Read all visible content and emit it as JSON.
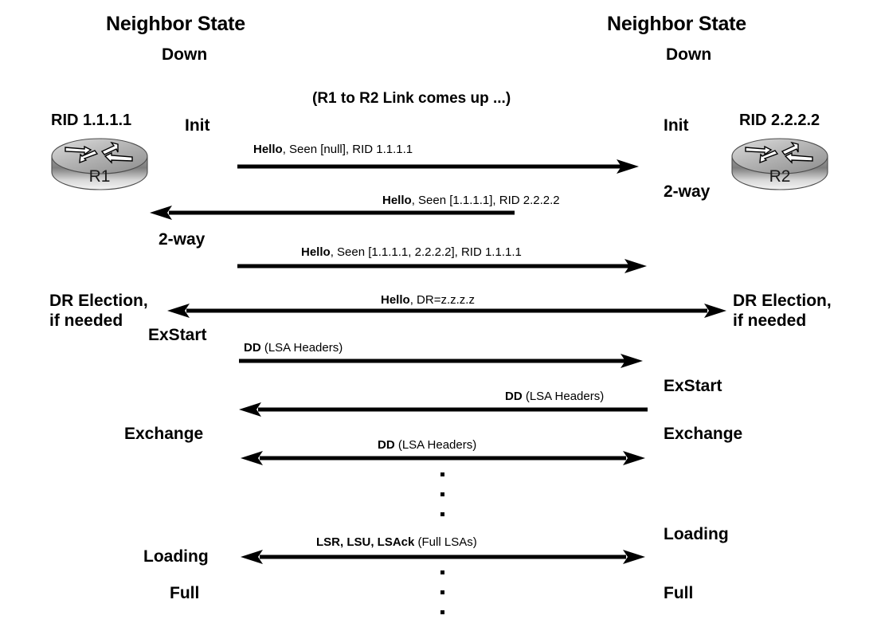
{
  "diagram": {
    "title_left": "Neighbor State",
    "title_right": "Neighbor State",
    "down_left": "Down",
    "down_right": "Down",
    "link_note": "(R1 to R2 Link comes up ...)",
    "colors": {
      "line": "#000000",
      "background": "#ffffff",
      "router_body_light": "#f2f2f2",
      "router_body_mid": "#a8a8a8",
      "router_body_dark": "#6e6e6e",
      "router_label": "#1a1a1a"
    }
  },
  "routers": {
    "left": {
      "rid": "RID 1.1.1.1",
      "name": "R1",
      "icon": "router-icon"
    },
    "right": {
      "rid": "RID 2.2.2.2",
      "name": "R2",
      "icon": "router-icon"
    }
  },
  "left_states": [
    {
      "label": "Init"
    },
    {
      "label": "2-way"
    },
    {
      "label": "DR Election,\nif needed"
    },
    {
      "label": "ExStart"
    },
    {
      "label": "Exchange"
    },
    {
      "label": "Loading"
    },
    {
      "label": "Full"
    }
  ],
  "right_states": [
    {
      "label": "Init"
    },
    {
      "label": "2-way"
    },
    {
      "label": "DR Election,\nif needed"
    },
    {
      "label": "ExStart"
    },
    {
      "label": "Exchange"
    },
    {
      "label": "Loading"
    },
    {
      "label": "Full"
    }
  ],
  "left_state_labels": {
    "init": "Init",
    "two_way": "2-way",
    "dr_election_line1": "DR Election,",
    "dr_election_line2": "if needed",
    "exstart": "ExStart",
    "exchange": "Exchange",
    "loading": "Loading",
    "full": "Full"
  },
  "right_state_labels": {
    "init": "Init",
    "two_way": "2-way",
    "dr_election_line1": "DR Election,",
    "dr_election_line2": "if needed",
    "exstart": "ExStart",
    "exchange": "Exchange",
    "loading": "Loading",
    "full": "Full"
  },
  "messages": [
    {
      "id": "hello-1",
      "bold": "Hello",
      "rest": ", Seen [null], RID 1.1.1.1",
      "direction": "right"
    },
    {
      "id": "hello-2",
      "bold": "Hello",
      "rest": ", Seen [1.1.1.1], RID 2.2.2.2",
      "direction": "left"
    },
    {
      "id": "hello-3",
      "bold": "Hello",
      "rest": ", Seen [1.1.1.1, 2.2.2.2], RID 1.1.1.1",
      "direction": "right"
    },
    {
      "id": "hello-dr",
      "bold": "Hello",
      "rest": ", DR=z.z.z.z",
      "direction": "both"
    },
    {
      "id": "dd-1",
      "bold": "DD",
      "rest": " (LSA Headers)",
      "direction": "right"
    },
    {
      "id": "dd-2",
      "bold": "DD",
      "rest": " (LSA Headers)",
      "direction": "left"
    },
    {
      "id": "dd-3",
      "bold": "DD",
      "rest": " (LSA Headers)",
      "direction": "both"
    },
    {
      "id": "lsr-lsu-lsack",
      "bold": "LSR, LSU, LSAck",
      "rest": " (Full LSAs)",
      "direction": "both"
    }
  ]
}
